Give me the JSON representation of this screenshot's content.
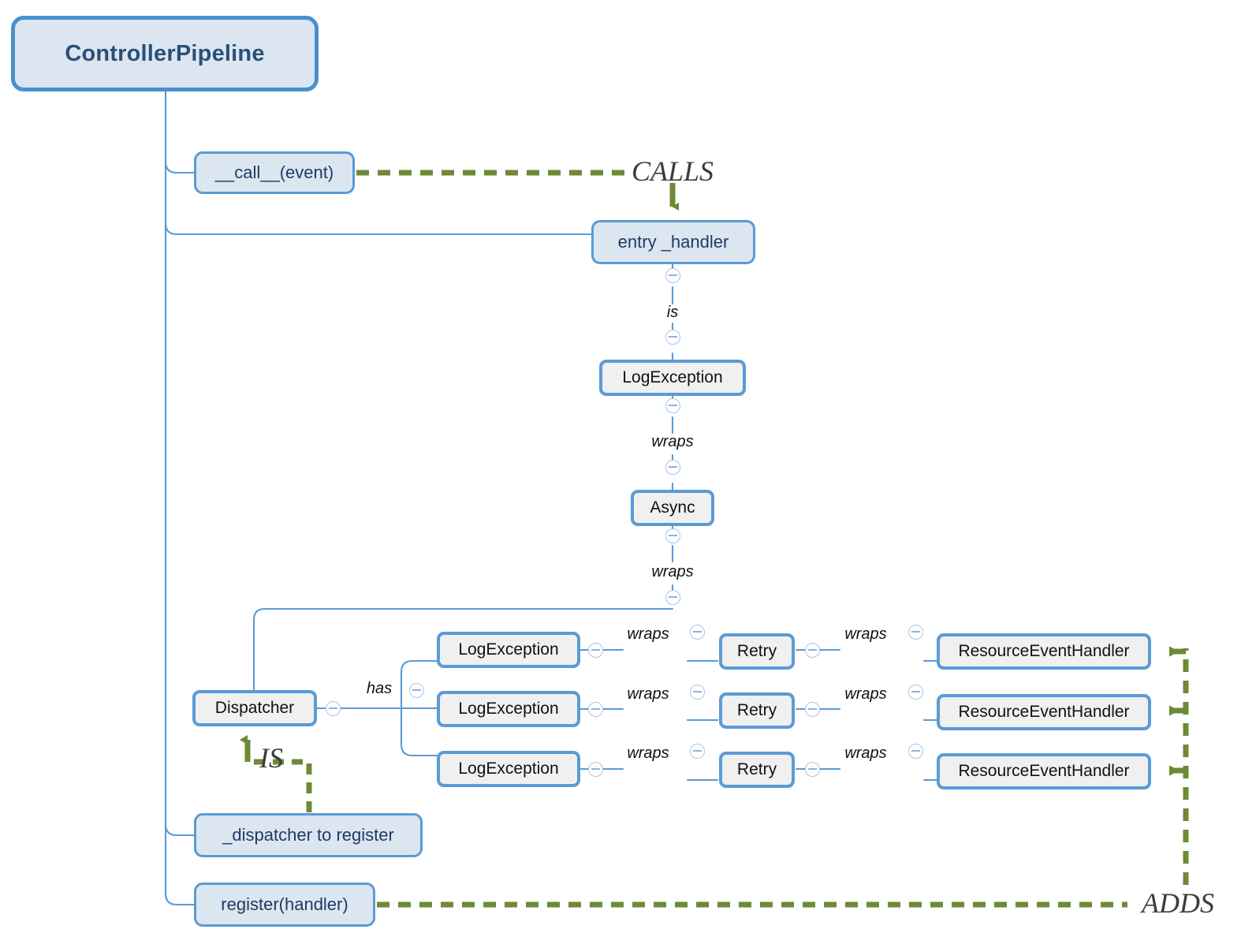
{
  "diagram": {
    "title": "ControllerPipeline",
    "root": {
      "label": "ControllerPipeline"
    },
    "members": [
      {
        "label": "__call__(event)"
      },
      {
        "label": "entry _handler"
      },
      {
        "label": "_dispatcher to register"
      },
      {
        "label": "register(handler)"
      }
    ],
    "chain": [
      {
        "label": "LogException"
      },
      {
        "label": "Async"
      },
      {
        "label": "Dispatcher"
      }
    ],
    "edge_labels": {
      "is": "is",
      "wraps": "wraps",
      "has": "has"
    },
    "relations": {
      "calls": "CALLS",
      "is_rel": "IS",
      "adds": "ADDS"
    },
    "handler_rows": [
      {
        "log": "LogException",
        "retry": "Retry",
        "handler": "ResourceEventHandler",
        "wraps1": "wraps",
        "wraps2": "wraps"
      },
      {
        "log": "LogException",
        "retry": "Retry",
        "handler": "ResourceEventHandler",
        "wraps1": "wraps",
        "wraps2": "wraps"
      },
      {
        "log": "LogException",
        "retry": "Retry",
        "handler": "ResourceEventHandler",
        "wraps1": "wraps",
        "wraps2": "wraps"
      }
    ],
    "colors": {
      "node_blue_fill": "#dce6f1",
      "node_blue_border": "#5b9bd5",
      "node_grey_fill": "#f0f0f0",
      "wire_blue": "#5b9bd5",
      "relation_green": "#6d8a36",
      "root_text": "#2a5078"
    }
  }
}
